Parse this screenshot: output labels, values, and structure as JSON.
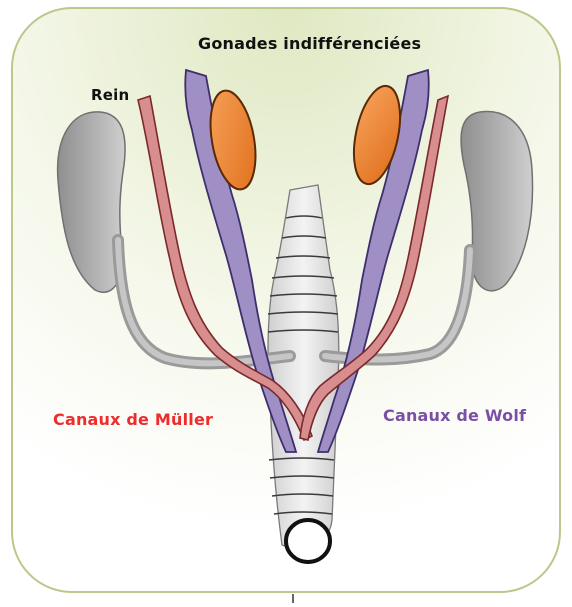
{
  "labels": {
    "gonades": "Gonades indifférenciées",
    "rein": "Rein",
    "muller": "Canaux de Müller",
    "wolf": "Canaux de Wolf"
  },
  "colors": {
    "background_card": "#f6f8ea",
    "card_border": "#a9bd6a",
    "kidney": "#a9a9a9",
    "muller_duct": "#d98e8e",
    "wolf_duct": "#a496c4",
    "gonad": "#f08a3a",
    "urogenital_sinus": "#e8e8e8",
    "muller_label": "#ef2b2b",
    "wolf_label": "#7b4fa6"
  }
}
